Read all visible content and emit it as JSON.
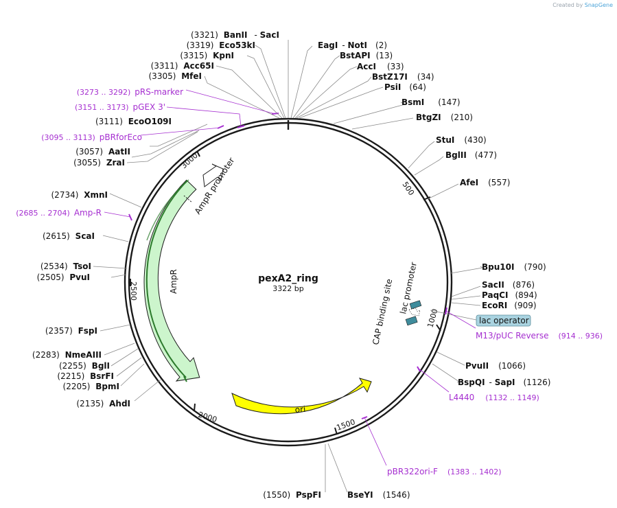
{
  "branding": {
    "prefix": "Created by",
    "name": "SnapGene"
  },
  "plasmid": {
    "name": "pexA2_ring",
    "size_label": "3322 bp"
  },
  "ticks": [
    "500",
    "1000",
    "1500",
    "2000",
    "2500",
    "3000"
  ],
  "sites": [
    {
      "id": "banii",
      "pos": "(3321)",
      "name": "BanII",
      "extra": "SacI"
    },
    {
      "id": "eco53ki",
      "pos": "(3319)",
      "name": "Eco53kI"
    },
    {
      "id": "kpni",
      "pos": "(3315)",
      "name": "KpnI"
    },
    {
      "id": "acc65i",
      "pos": "(3311)",
      "name": "Acc65I"
    },
    {
      "id": "mfei",
      "pos": "(3305)",
      "name": "MfeI"
    },
    {
      "id": "ecoo109i",
      "pos": "(3111)",
      "name": "EcoO109I"
    },
    {
      "id": "aatii",
      "pos": "(3057)",
      "name": "AatII"
    },
    {
      "id": "zrai",
      "pos": "(3055)",
      "name": "ZraI"
    },
    {
      "id": "xmni",
      "pos": "(2734)",
      "name": "XmnI"
    },
    {
      "id": "scai",
      "pos": "(2615)",
      "name": "ScaI"
    },
    {
      "id": "tsoi",
      "pos": "(2534)",
      "name": "TsoI"
    },
    {
      "id": "pvui",
      "pos": "(2505)",
      "name": "PvuI"
    },
    {
      "id": "fspi",
      "pos": "(2357)",
      "name": "FspI"
    },
    {
      "id": "nmeaiii",
      "pos": "(2283)",
      "name": "NmeAIII"
    },
    {
      "id": "bgli",
      "pos": "(2255)",
      "name": "BglI"
    },
    {
      "id": "bsrfi",
      "pos": "(2215)",
      "name": "BsrFI"
    },
    {
      "id": "bpmi",
      "pos": "(2205)",
      "name": "BpmI"
    },
    {
      "id": "ahdi",
      "pos": "(2135)",
      "name": "AhdI"
    },
    {
      "id": "pspfi",
      "pos": "(1550)",
      "name": "PspFI"
    },
    {
      "id": "eagi",
      "name": "EagI",
      "extra": "NotI",
      "pos": "(2)"
    },
    {
      "id": "bstapi",
      "name": "BstAPI",
      "pos": "(13)"
    },
    {
      "id": "acci",
      "name": "AccI",
      "pos": "(33)"
    },
    {
      "id": "bstz17i",
      "name": "BstZ17I",
      "pos": "(34)"
    },
    {
      "id": "psti",
      "name": "PsiI",
      "pos": "(64)"
    },
    {
      "id": "bsmi",
      "name": "BsmI",
      "pos": "(147)"
    },
    {
      "id": "btgzi",
      "name": "BtgZI",
      "pos": "(210)"
    },
    {
      "id": "stui",
      "name": "StuI",
      "pos": "(430)"
    },
    {
      "id": "bglii",
      "name": "BglII",
      "pos": "(477)"
    },
    {
      "id": "afei",
      "name": "AfeI",
      "pos": "(557)"
    },
    {
      "id": "bpu10i",
      "name": "Bpu10I",
      "pos": "(790)"
    },
    {
      "id": "sacii",
      "name": "SacII",
      "pos": "(876)"
    },
    {
      "id": "paqci",
      "name": "PaqCI",
      "pos": "(894)"
    },
    {
      "id": "ecori",
      "name": "EcoRI",
      "pos": "(909)"
    },
    {
      "id": "pvuii",
      "name": "PvuII",
      "pos": "(1066)"
    },
    {
      "id": "bspqi",
      "name": "BspQI",
      "extra": "SapI",
      "pos": "(1126)"
    },
    {
      "id": "bseyi",
      "name": "BseYI",
      "pos": "(1546)"
    }
  ],
  "primers": [
    {
      "id": "prs-marker",
      "range": "(3273 .. 3292)",
      "name": "pRS-marker"
    },
    {
      "id": "pgex3",
      "range": "(3151 .. 3173)",
      "name": "pGEX 3'"
    },
    {
      "id": "pbrforeco",
      "range": "(3095 .. 3113)",
      "name": "pBRforEco"
    },
    {
      "id": "amp-r",
      "range": "(2685 .. 2704)",
      "name": "Amp-R"
    },
    {
      "id": "m13puc",
      "name": "M13/pUC Reverse",
      "range": "(914 .. 936)"
    },
    {
      "id": "l4440",
      "name": "L4440",
      "range": "(1132 .. 1149)"
    },
    {
      "id": "pbr322ori",
      "name": "pBR322ori-F",
      "range": "(1383 .. 1402)"
    }
  ],
  "features": {
    "ampr": "AmpR",
    "ampr_promoter": "AmpR promoter",
    "ori": "ori",
    "cap": "CAP binding site",
    "lac_promoter": "lac promoter",
    "lac_operator": "lac operator"
  },
  "colors": {
    "backbone": "#1a1a1a",
    "ampr_fill": "#ccf5cc",
    "ampr_stroke": "#2c7a2c",
    "ori_fill": "#ffff00",
    "promoter_fill": "#ffffff",
    "lac_box": "#3f8c9c",
    "primer": "#a52ed0",
    "operator_fill": "#a9d3e0"
  }
}
